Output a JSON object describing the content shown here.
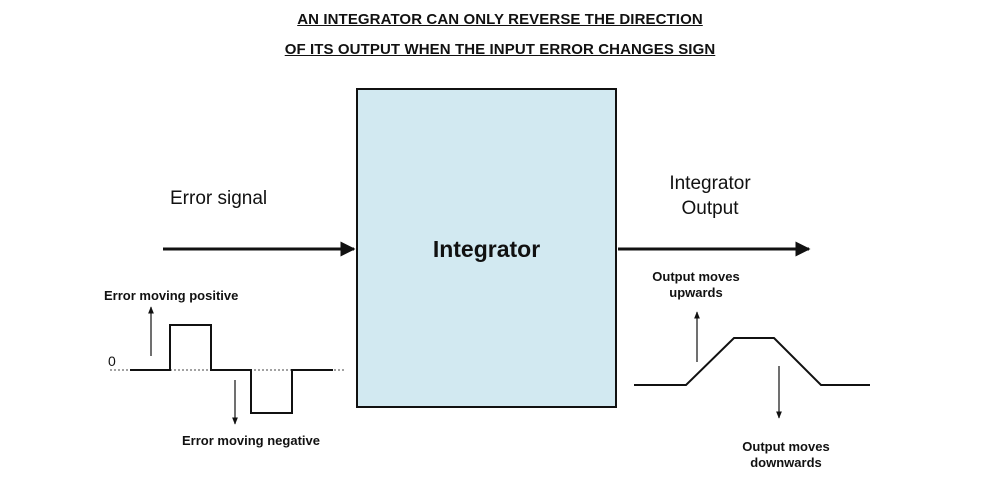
{
  "title": {
    "line1": "AN INTEGRATOR CAN ONLY REVERSE THE DIRECTION",
    "line2": "OF ITS OUTPUT WHEN THE INPUT ERROR CHANGES SIGN"
  },
  "block": {
    "label": "Integrator",
    "fill_color": "#d2e9f1"
  },
  "input": {
    "label": "Error signal",
    "positive_label": "Error moving positive",
    "negative_label": "Error moving negative",
    "zero_label": "0"
  },
  "output": {
    "label_line1": "Integrator",
    "label_line2": "Output",
    "upwards_line1": "Output moves",
    "upwards_line2": "upwards",
    "downwards_line1": "Output moves",
    "downwards_line2": "downwards"
  }
}
